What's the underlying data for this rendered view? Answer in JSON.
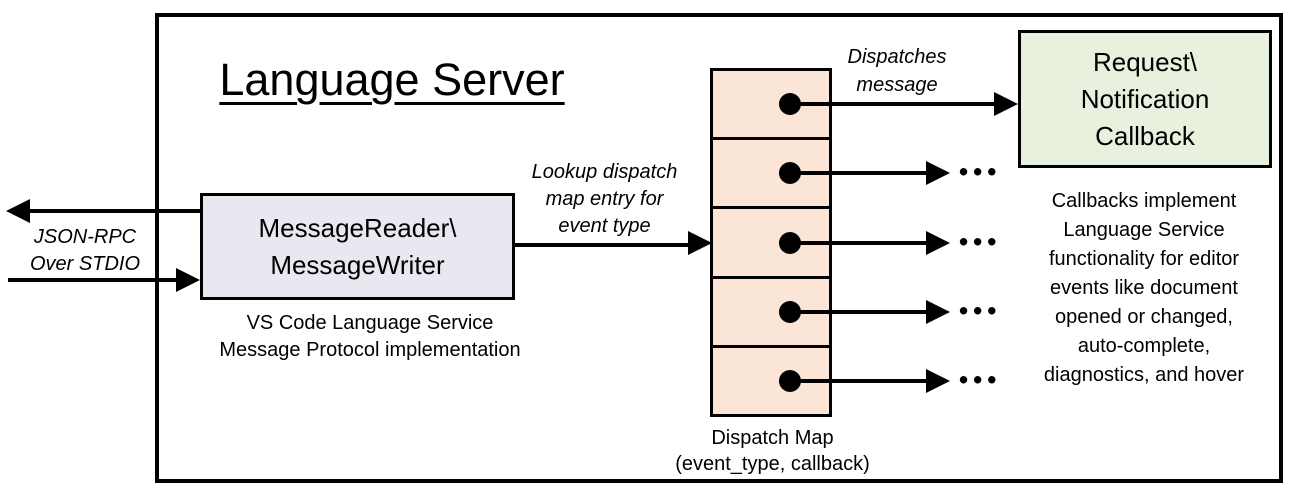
{
  "title": "Language Server",
  "stdio_label": {
    "line1": "JSON-RPC",
    "line2": "Over STDIO"
  },
  "message_box": {
    "line1": "MessageReader\\",
    "line2": "MessageWriter"
  },
  "message_box_caption": {
    "line1": "VS Code Language Service",
    "line2": "Message Protocol implementation"
  },
  "lookup_label": {
    "line1": "Lookup dispatch",
    "line2": "map entry for",
    "line3": "event type"
  },
  "dispatches_label": {
    "line1": "Dispatches",
    "line2": "message"
  },
  "callback_box": {
    "line1": "Request\\",
    "line2": "Notification",
    "line3": "Callback"
  },
  "dispatch_map": {
    "caption_line1": "Dispatch Map",
    "caption_line2": "(event_type, callback)",
    "row_count": 5,
    "ellipsis": "•••"
  },
  "callbacks_note": {
    "line1": "Callbacks implement",
    "line2": "Language Service",
    "line3": "functionality for editor",
    "line4": "events like document",
    "line5": "opened or changed,",
    "line6": "auto-complete,",
    "line7": "diagnostics, and hover"
  },
  "colors": {
    "message_box_fill": "#E9E7EF",
    "dispatch_cell_fill": "#FBE5D6",
    "callback_box_fill": "#E8F0DE",
    "line_color": "#000000",
    "background": "#FFFFFF"
  }
}
